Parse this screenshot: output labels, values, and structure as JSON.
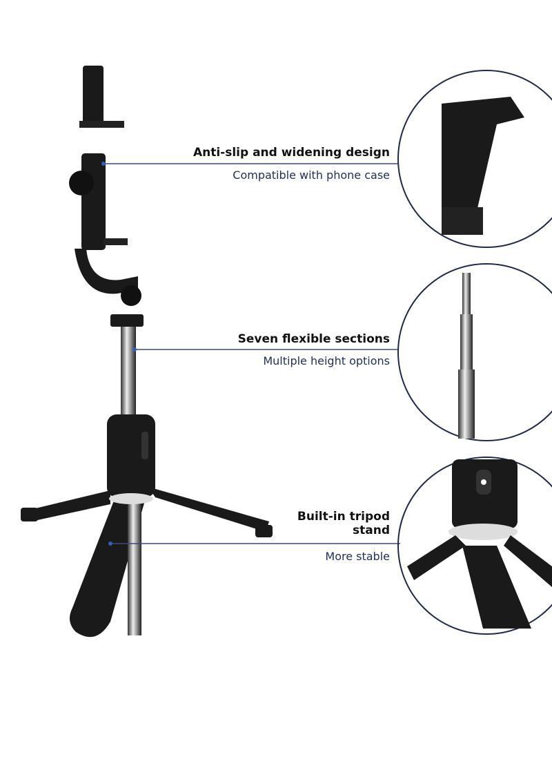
{
  "features": [
    {
      "title": "Anti-slip and widening design",
      "subtitle": "Compatible with phone case"
    },
    {
      "title": "Seven flexible sections",
      "subtitle": "Multiple height options"
    },
    {
      "title": "Built-in tripod stand",
      "subtitle": "More stable"
    }
  ],
  "colors": {
    "line": "#3b4a7a",
    "circle": "#1f2a4a",
    "product": "#1a1a1a",
    "text_sub": "#1f2f5a"
  }
}
